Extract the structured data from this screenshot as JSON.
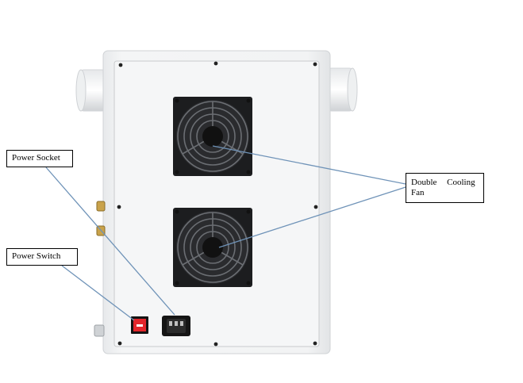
{
  "callouts": {
    "power_socket": "Power Socket",
    "power_switch": "Power Switch",
    "double_cooling_fan": "Double Cooling Fan"
  },
  "colors": {
    "housing": "#f1f2f3",
    "panel_border": "#c9cbcd",
    "fan_frame": "#1c1d1f",
    "switch_red": "#e3262b",
    "leader_line": "#6f93b8"
  },
  "icons": [
    "cooling-fan-icon",
    "power-switch-icon",
    "power-socket-icon",
    "screw-icon",
    "hose-fitting-icon"
  ]
}
